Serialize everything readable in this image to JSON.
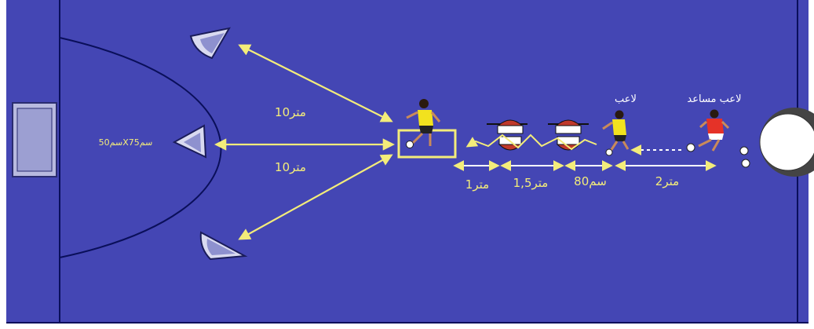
{
  "labels": {
    "distance_upper": "10متر",
    "distance_lower": "10متر",
    "target_size": "50سمX75سم",
    "gap_1": "1متر",
    "gap_2": "1,5متر",
    "gap_3": "80سم",
    "gap_4": "2متر",
    "player": "لاعب",
    "assistant_player": "لاعب مساعد"
  },
  "colors": {
    "field": "#4446b4",
    "lines": "#0a0f5a",
    "arrows": "#f3ec7a",
    "text": "#f3ec7a",
    "goal": "#b8badf",
    "hurdle_red": "#c0392b"
  }
}
